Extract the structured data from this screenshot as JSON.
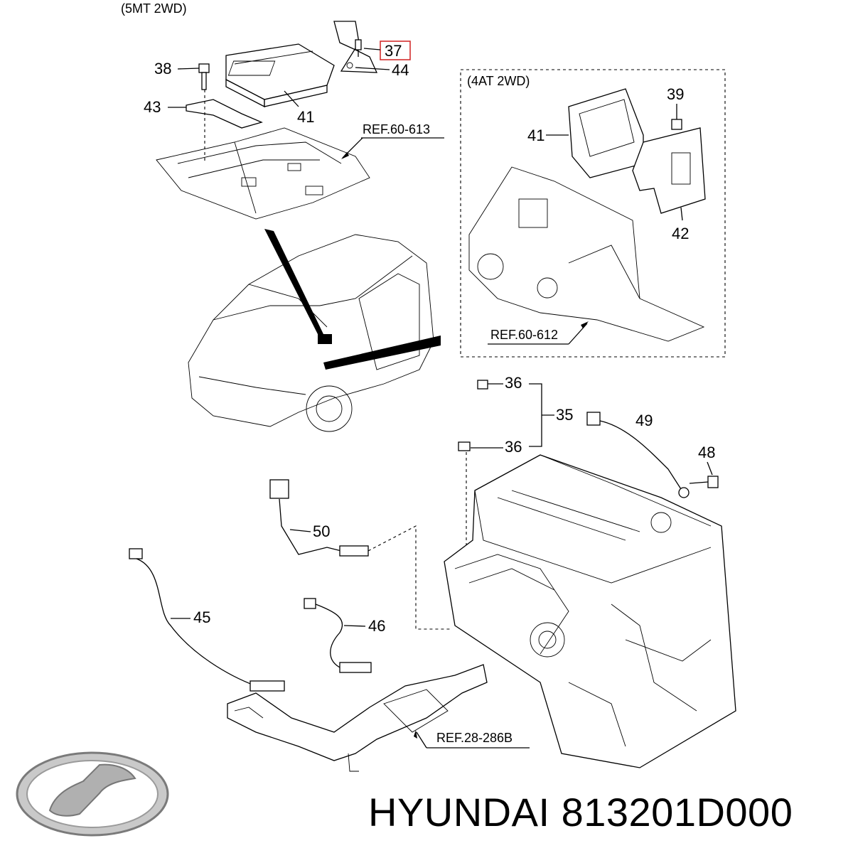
{
  "headers": {
    "mt": "(5MT 2WD)",
    "at": "(4AT 2WD)"
  },
  "refs": {
    "r613": "REF.60-613",
    "r612": "REF.60-612",
    "r286": "REF.28-286B"
  },
  "labels": {
    "p37": "37",
    "p44": "44",
    "p38": "38",
    "p43": "43",
    "p41a": "41",
    "p39": "39",
    "p41b": "41",
    "p42": "42",
    "p36a": "36",
    "p35": "35",
    "p36b": "36",
    "p49": "49",
    "p48": "48",
    "p50": "50",
    "p45": "45",
    "p46": "46"
  },
  "highlight_color": "#d32f2f",
  "footer": {
    "brand": "HYUNDAI",
    "part_number": "813201D000"
  },
  "logo_icon": "hyundai-logo-icon"
}
